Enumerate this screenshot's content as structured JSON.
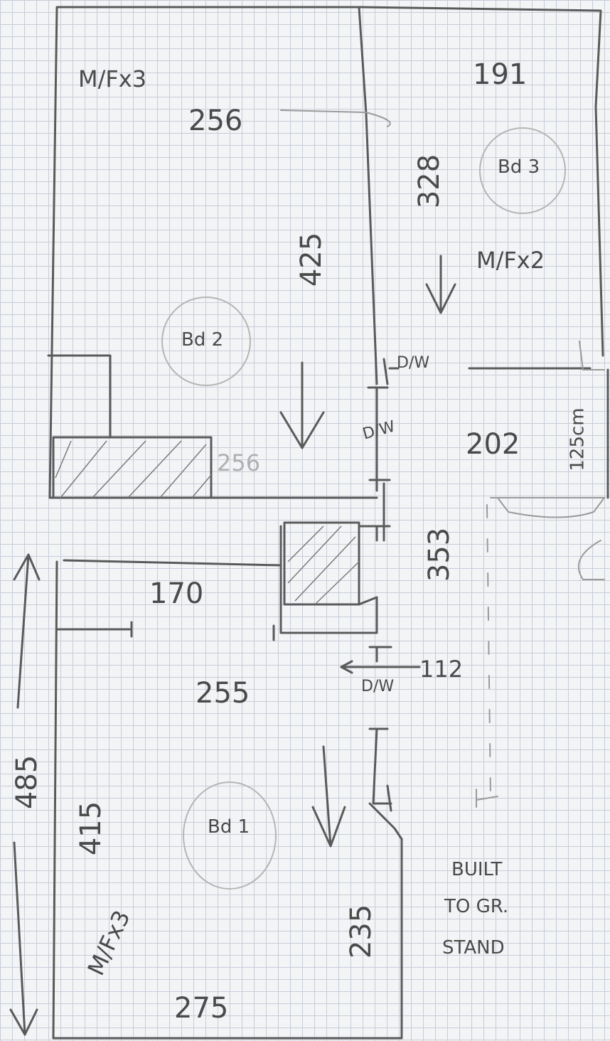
{
  "rooms": [
    {
      "id": "bed3",
      "label": "Bd 3",
      "width": "191",
      "length": "328",
      "feature": "M/Fx2"
    },
    {
      "id": "bed2",
      "label": "Bd 2",
      "width": "256",
      "length": "425",
      "feature": "M/Fx3",
      "faint_dimension": "256"
    },
    {
      "id": "bed1",
      "label": "Bd 1",
      "width": "255",
      "length": "415",
      "bottom_width": "275",
      "side": "235",
      "feature": "M/Fx3"
    }
  ],
  "landing": {
    "width": "202",
    "height": "125cm",
    "stair_length": "353",
    "gap": "112",
    "corridor": "170"
  },
  "overall_length": "485",
  "door_labels": [
    "D/W",
    "D/W",
    "D/W"
  ],
  "note": [
    "BUILT",
    "TO GR.",
    "STAND"
  ]
}
